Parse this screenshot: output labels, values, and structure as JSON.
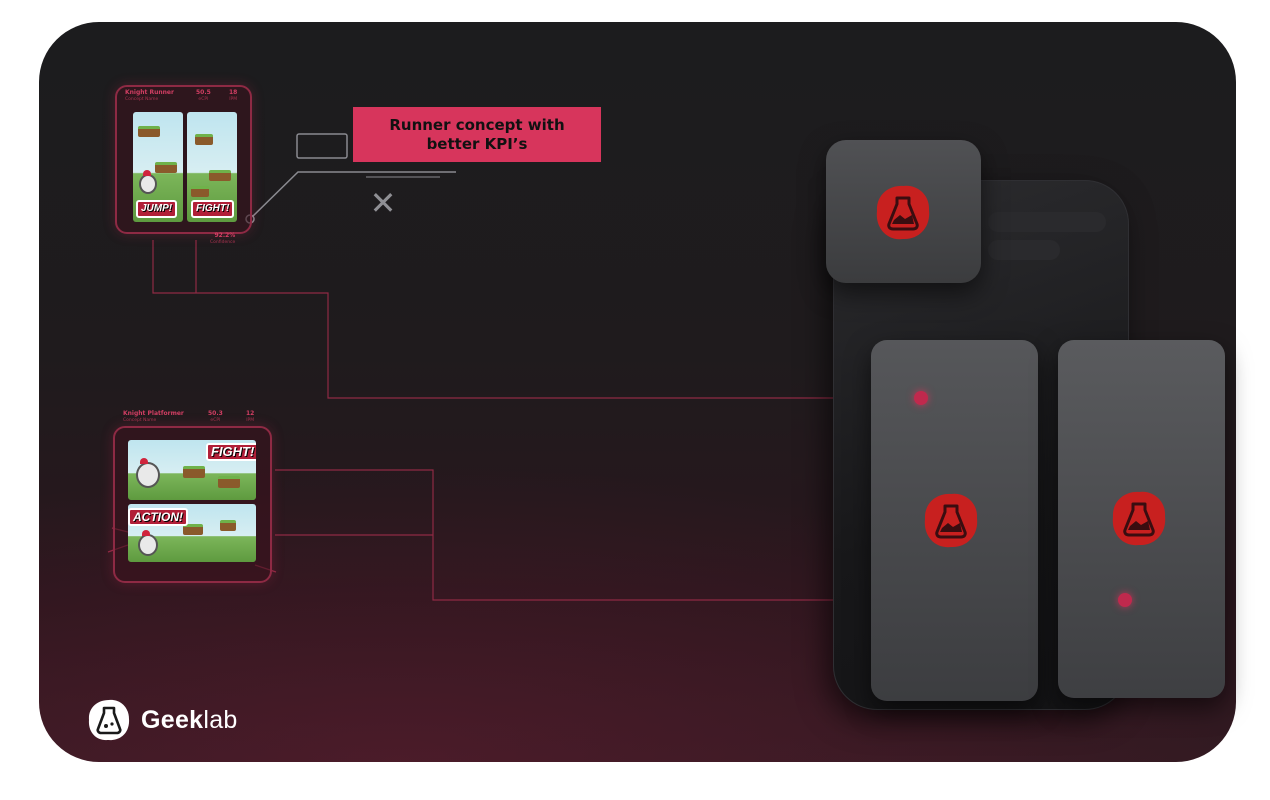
{
  "card_top": {
    "name": "Knight Runner",
    "name_sub": "Concept Name",
    "metric1_value": "50.5",
    "metric1_label": "eCPI",
    "metric2_value": "18",
    "metric2_label": "IPM",
    "panel_left_label": "JUMP!",
    "panel_right_label": "FIGHT!",
    "confidence_value": "92.2%",
    "confidence_label": "Confidence"
  },
  "card_bottom": {
    "name": "Knight Platformer",
    "name_sub": "Concept Name",
    "metric1_value": "50.3",
    "metric1_label": "eCPI",
    "metric2_value": "12",
    "metric2_label": "IPM",
    "panel_top_label": "FIGHT!",
    "panel_bottom_label": "ACTION!"
  },
  "callout": {
    "line1": "Runner concept with",
    "line2": "better KPI’s",
    "color": "#d7355c"
  },
  "icons": {
    "rejected": "close-icon",
    "app": "geeklab-flask-icon"
  },
  "brand": {
    "bold": "Geek",
    "light": "lab",
    "accent": "#c0294d"
  }
}
